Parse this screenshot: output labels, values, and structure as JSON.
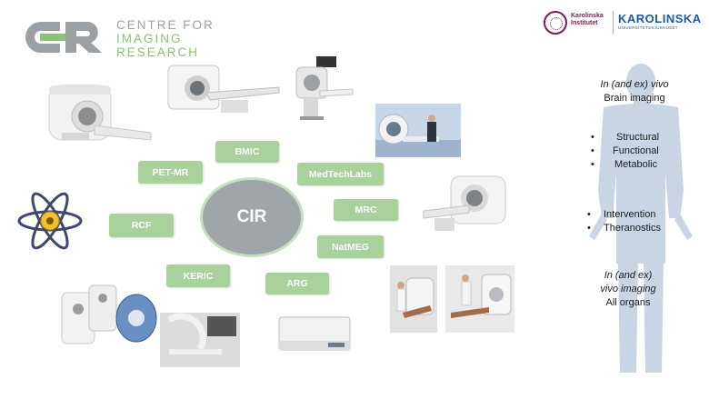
{
  "header": {
    "logo_lines": [
      "CENTRE FOR",
      "IMAGING",
      "RESEARCH"
    ],
    "partner_logo_ki": [
      "Karolinska",
      "Institutet"
    ],
    "partner_logo_ku": "KAROLINSKA",
    "partner_logo_ku_sub": "UNIVERSITETSSJUKHUSET"
  },
  "diagram": {
    "center": "CIR",
    "units": [
      "BMIC",
      "PET-MR",
      "MedTechLabs",
      "MRC",
      "RCF",
      "NatMEG",
      "KERIC",
      "ARG"
    ]
  },
  "side_panel": {
    "brain_heading_italic": "In (and ex) vivo",
    "brain_heading": "Brain imaging",
    "brain_items": [
      "Structural",
      "Functional",
      "Metabolic"
    ],
    "clinical_items": [
      "Intervention",
      "Theranostics"
    ],
    "organs_italic_1": "In (and ex)",
    "organs_italic_2": "vivo imaging",
    "organs_heading": "All organs"
  },
  "colors": {
    "unit_fill": "#a8d19b",
    "center_fill": "#9fa5a8",
    "silhouette": "#c9d5e3"
  }
}
